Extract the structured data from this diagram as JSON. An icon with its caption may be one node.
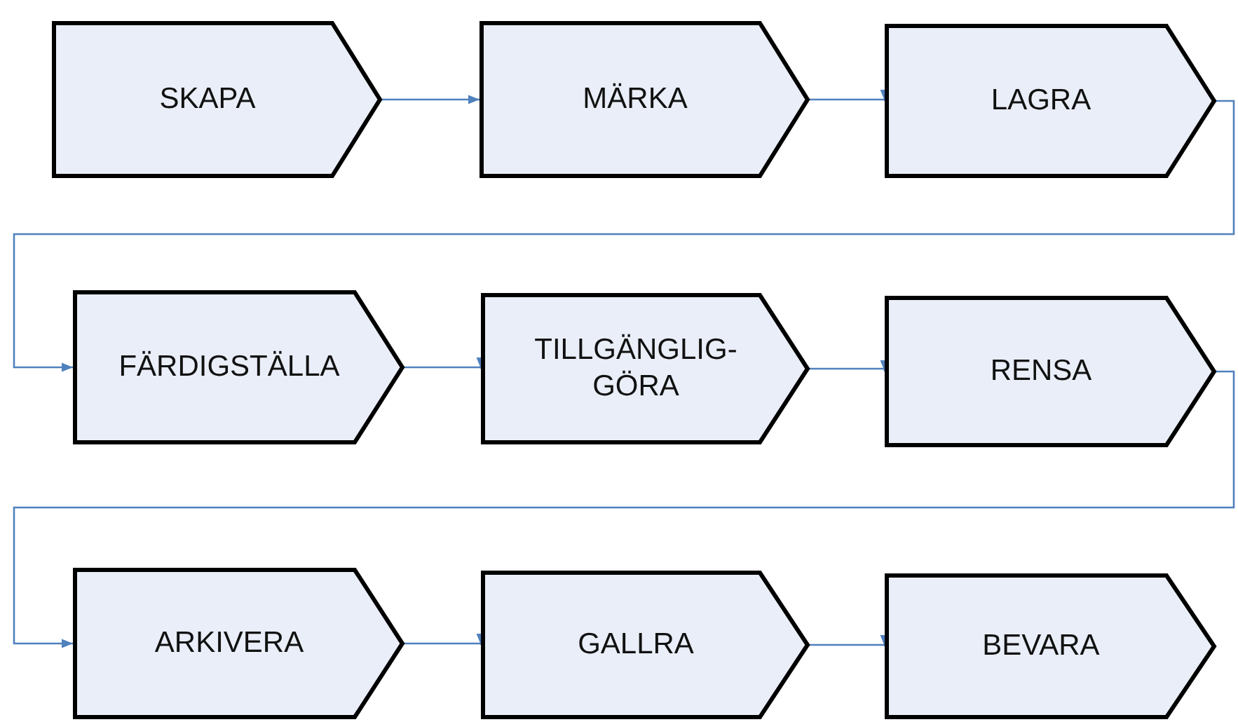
{
  "diagram": {
    "nodes": [
      {
        "text": [
          "SKAPA"
        ]
      },
      {
        "text": [
          "MÄRKA"
        ]
      },
      {
        "text": [
          "LAGRA"
        ]
      },
      {
        "text": [
          "FÄRDIGSTÄLLA"
        ]
      },
      {
        "text": [
          "TILLGÄNGLIG- GÖRA"
        ]
      },
      {
        "text": [
          "RENSA"
        ]
      },
      {
        "text": [
          "ARKIVERA"
        ]
      },
      {
        "text": [
          "GALLRA"
        ]
      },
      {
        "text": [
          "BEVARA"
        ]
      }
    ],
    "edges": [
      {
        "from": 0,
        "to": 1,
        "arrow": "to"
      },
      {
        "from": 1,
        "to": 2,
        "arrow": "to"
      },
      {
        "from": 2,
        "to": 3,
        "arrow": "to"
      },
      {
        "from": 3,
        "to": 4,
        "arrow": "to"
      },
      {
        "from": 4,
        "to": 5,
        "arrow": "to"
      },
      {
        "from": 5,
        "to": 6,
        "arrow": "to"
      },
      {
        "from": 6,
        "to": 7,
        "arrow": "to"
      },
      {
        "from": 7,
        "to": 8,
        "arrow": "to"
      }
    ]
  }
}
